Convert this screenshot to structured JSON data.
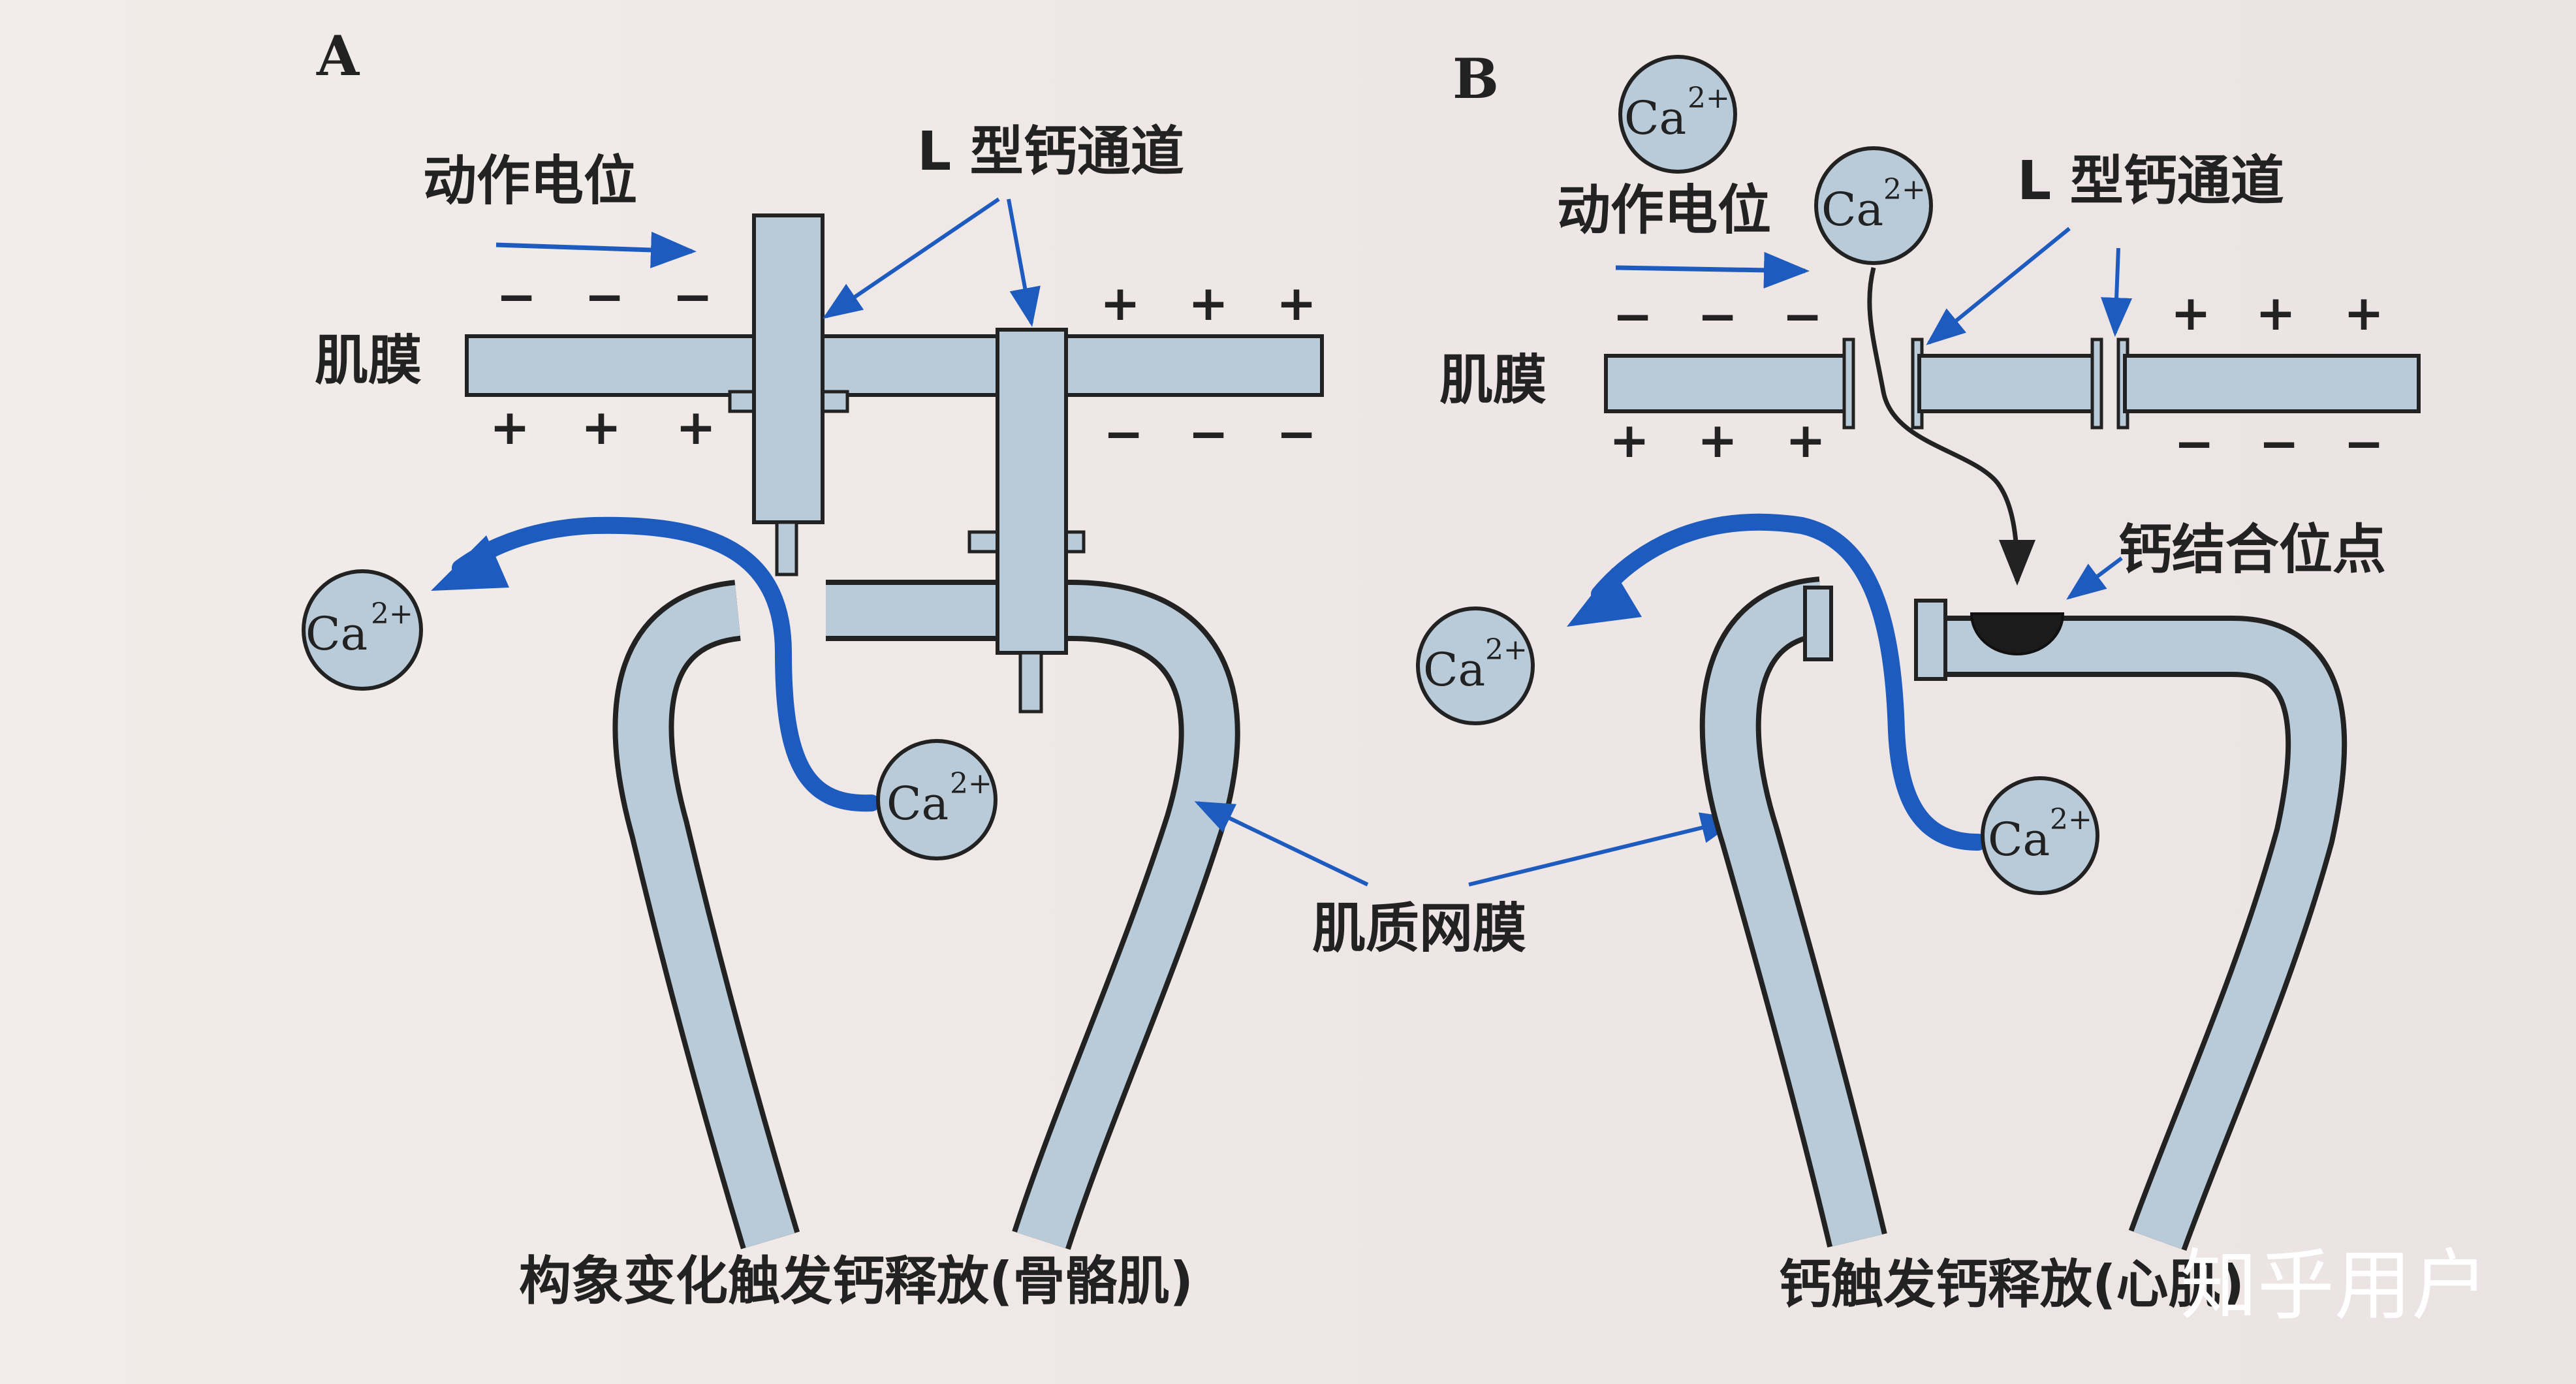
{
  "panels": {
    "a": {
      "letter": "A",
      "action_potential": "动作电位",
      "l_channel": "L 型钙通道",
      "membrane": "肌膜",
      "signs_top_left": [
        "−",
        "−",
        "−"
      ],
      "signs_top_right": [
        "+",
        "+",
        "+"
      ],
      "signs_bottom_left": [
        "+",
        "+",
        "+"
      ],
      "signs_bottom_right": [
        "−",
        "−",
        "−"
      ],
      "caption": "构象变化触发钙释放(骨骼肌)"
    },
    "b": {
      "letter": "B",
      "action_potential": "动作电位",
      "l_channel": "L 型钙通道",
      "membrane": "肌膜",
      "binding_site": "钙结合位点",
      "signs_top_left": [
        "−",
        "−",
        "−"
      ],
      "signs_top_right": [
        "+",
        "+",
        "+"
      ],
      "signs_bottom_left": [
        "+",
        "+",
        "+"
      ],
      "signs_bottom_right": [
        "−",
        "−",
        "−"
      ],
      "caption": "钙触发钙释放(心肌)"
    }
  },
  "sarcoplasmic_reticulum": "肌质网膜",
  "calcium": {
    "symbol": "Ca",
    "charge": "2+"
  },
  "watermark": "知乎用户",
  "colors": {
    "arrow_blue": "#1d5bbf",
    "structure_fill": "#b9cbd9",
    "outline": "#222222",
    "paper": "#efe8e6"
  }
}
